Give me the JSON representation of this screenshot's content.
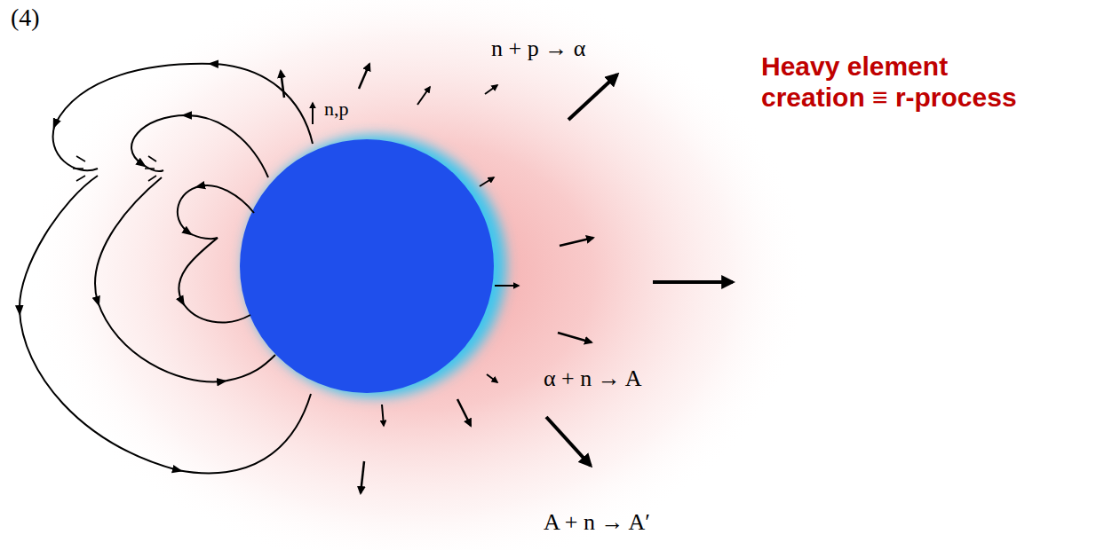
{
  "diagram": {
    "labels": [
      "(4)",
      "n,p",
      "n + p → α",
      "α + n → A",
      "A + n → A′",
      "Heavy element creation ≡ r-process"
    ]
  }
}
